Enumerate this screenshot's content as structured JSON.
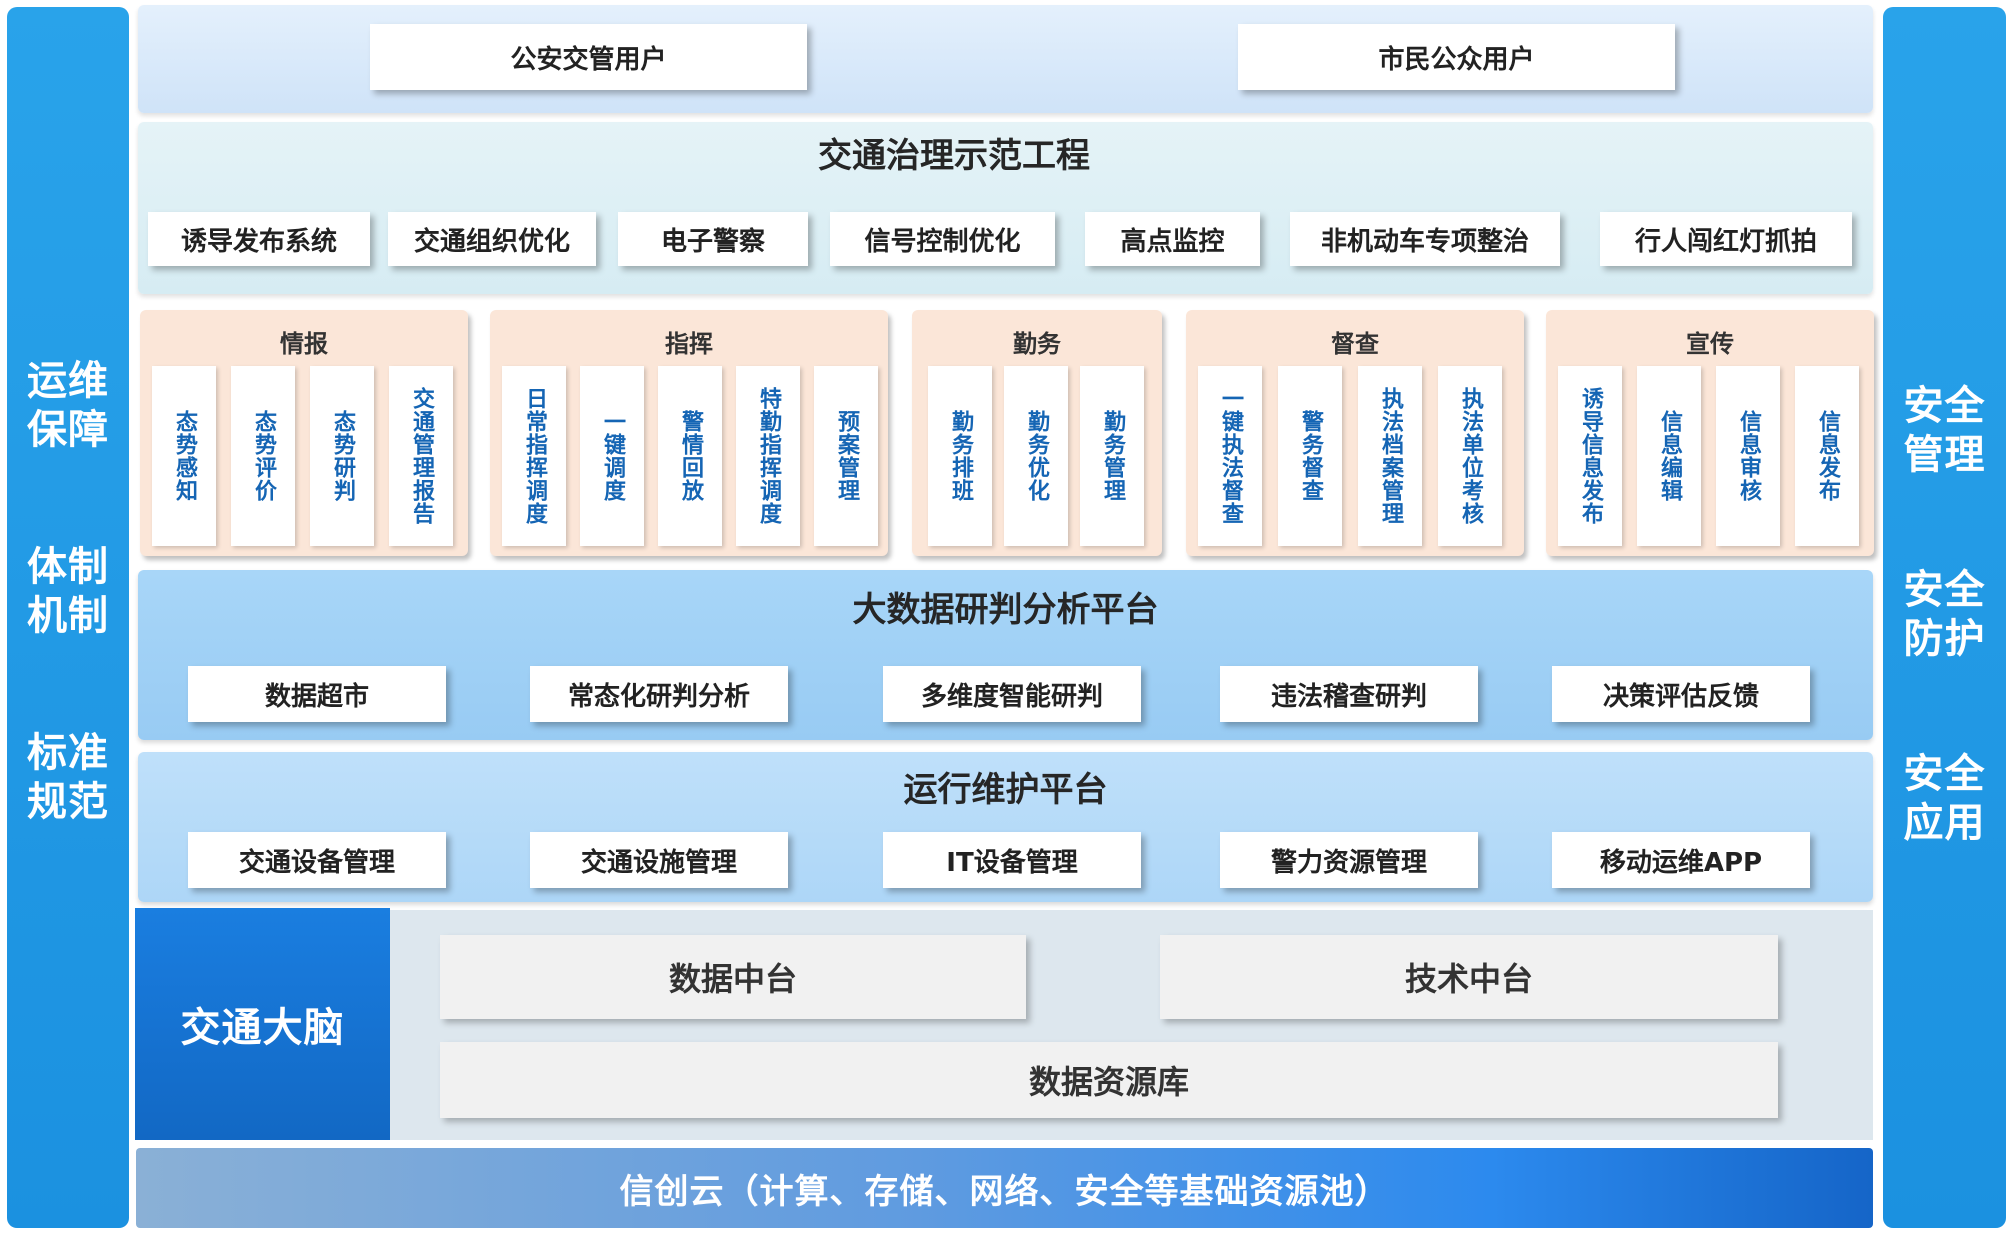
{
  "left_panel": [
    "运维保障",
    "体制机制",
    "标准规范"
  ],
  "right_panel": [
    "安全管理",
    "安全防护",
    "安全应用"
  ],
  "users": [
    "公安交管用户",
    "市民公众用户"
  ],
  "demo_project": {
    "title": "交通治理示范工程",
    "items": [
      "诱导发布系统",
      "交通组织优化",
      "电子警察",
      "信号控制优化",
      "高点监控",
      "非机动车专项整治",
      "行人闯红灯抓拍"
    ]
  },
  "modules": [
    {
      "title": "情报",
      "items": [
        "态势感知",
        "态势评价",
        "态势研判",
        "交通管理报告"
      ]
    },
    {
      "title": "指挥",
      "items": [
        "日常指挥调度",
        "一键调度",
        "警情回放",
        "特勤指挥调度",
        "预案管理"
      ]
    },
    {
      "title": "勤务",
      "items": [
        "勤务排班",
        "勤务优化",
        "勤务管理"
      ]
    },
    {
      "title": "督查",
      "items": [
        "一键执法督查",
        "警务督查",
        "执法档案管理",
        "执法单位考核"
      ]
    },
    {
      "title": "宣传",
      "items": [
        "诱导信息发布",
        "信息编辑",
        "信息审核",
        "信息发布"
      ]
    }
  ],
  "bigdata": {
    "title": "大数据研判分析平台",
    "items": [
      "数据超市",
      "常态化研判分析",
      "多维度智能研判",
      "违法稽查研判",
      "决策评估反馈"
    ]
  },
  "ops": {
    "title": "运行维护平台",
    "items": [
      "交通设备管理",
      "交通设施管理",
      "IT设备管理",
      "警力资源管理",
      "移动运维APP"
    ]
  },
  "brain": {
    "label": "交通大脑",
    "data_center": "数据中台",
    "tech_center": "技术中台",
    "resource_lib": "数据资源库"
  },
  "cloud": "信创云（计算、存储、网络、安全等基础资源池）",
  "colors": {
    "side": "#1b91e0",
    "users_band": "#d6e7fb",
    "demo_band": "#dceff5",
    "module_band": "#fbe6d8",
    "bigdata_band": "#9fd0f6",
    "brain_label": "#1574d6",
    "cloud_band": "#2f8fe0"
  }
}
